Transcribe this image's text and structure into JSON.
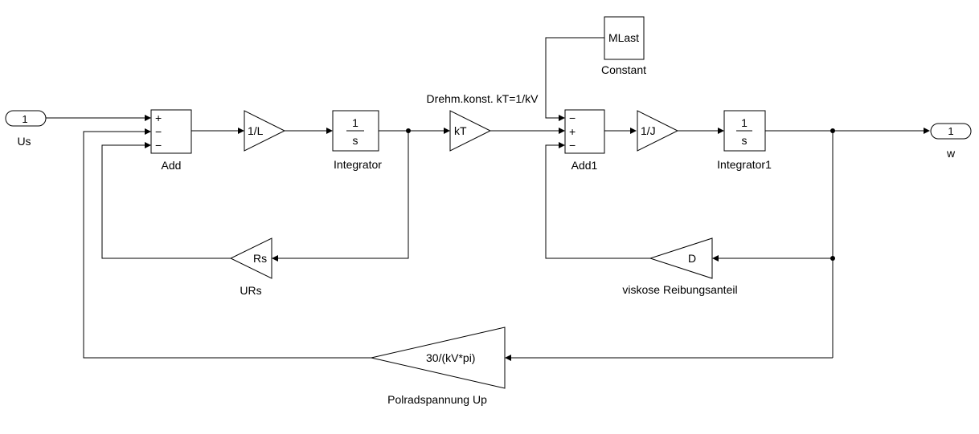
{
  "blocks": {
    "us": {
      "port": "1",
      "name": "Us"
    },
    "w": {
      "port": "1",
      "name": "w"
    },
    "add": {
      "name": "Add",
      "signs": [
        "+",
        "−",
        "−"
      ]
    },
    "add1": {
      "name": "Add1",
      "signs": [
        "−",
        "+",
        "−"
      ]
    },
    "gain_l": {
      "text": "1/L"
    },
    "integrator": {
      "num": "1",
      "den": "s",
      "name": "Integrator"
    },
    "kt": {
      "text": "kT",
      "label": "Drehm.konst. kT=1/kV"
    },
    "gain_j": {
      "text": "1/J"
    },
    "integrator1": {
      "num": "1",
      "den": "s",
      "name": "Integrator1"
    },
    "constant": {
      "text": "MLast",
      "name": "Constant"
    },
    "urs": {
      "text": "Rs",
      "name": "URs"
    },
    "reibung": {
      "text": "D",
      "name": "viskose Reibungsanteil"
    },
    "polrad": {
      "text": "30/(kV*pi)",
      "name": "Polradspannung Up"
    }
  }
}
